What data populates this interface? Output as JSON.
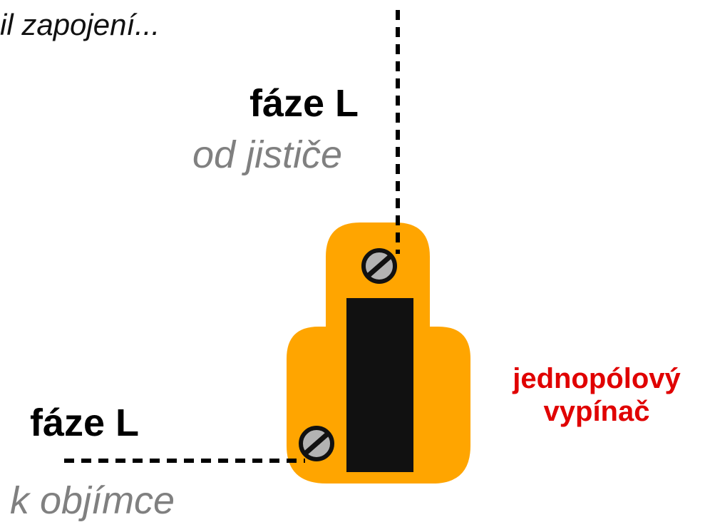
{
  "caption": "il zapojení...",
  "wire_in": {
    "phase_label": "fáze L",
    "source_label": "od jističe"
  },
  "wire_out": {
    "phase_label": "fáze L",
    "target_label": "k objímce"
  },
  "switch": {
    "label_line1": "jednopólový",
    "label_line2": "vypínač"
  },
  "colors": {
    "switch_body": "#FFA500",
    "switch_rocker": "#111111",
    "screw": "#B3B3B3",
    "phase_label": "#000000",
    "direction_label": "#808080",
    "switch_label": "#E00000",
    "wire": "#000000"
  }
}
